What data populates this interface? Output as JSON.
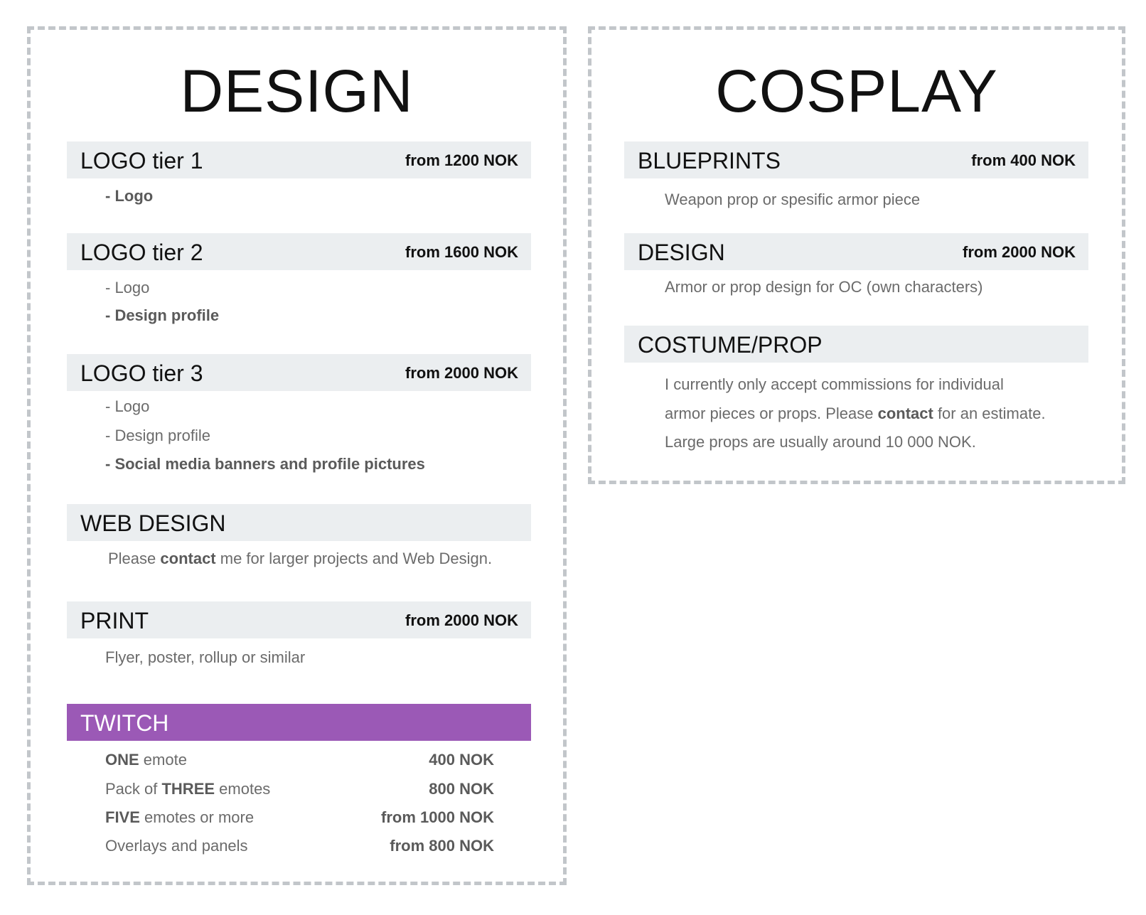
{
  "design": {
    "title": "DESIGN",
    "logo1": {
      "label": "LOGO tier 1",
      "price": "from 1200 NOK",
      "items": [
        "- Logo"
      ]
    },
    "logo2": {
      "label": "LOGO tier 2",
      "price": "from 1600 NOK",
      "items": [
        "- Logo",
        "- Design profile"
      ]
    },
    "logo3": {
      "label": "LOGO tier 3",
      "price": "from 2000 NOK",
      "items": [
        "- Logo",
        "- Design profile",
        "- Social media banners and profile pictures"
      ]
    },
    "web": {
      "label": "WEB DESIGN",
      "pre": "Please ",
      "bold": "contact",
      "post": " me for larger projects and Web Design."
    },
    "print": {
      "label": "PRINT",
      "price": "from 2000 NOK",
      "desc": "Flyer, poster, rollup or similar"
    },
    "twitch": {
      "label": "TWITCH",
      "color": "#9b59b6",
      "rows": [
        {
          "pre": "",
          "bold": "ONE",
          "post": " emote",
          "price": "400 NOK"
        },
        {
          "pre": "Pack of ",
          "bold": "THREE",
          "post": " emotes",
          "price": "800 NOK"
        },
        {
          "pre": "",
          "bold": "FIVE",
          "post": " emotes or more",
          "price": "from 1000 NOK"
        },
        {
          "pre": "Overlays and panels",
          "bold": "",
          "post": "",
          "price": "from 800 NOK"
        }
      ]
    }
  },
  "cosplay": {
    "title": "COSPLAY",
    "blueprints": {
      "label": "BLUEPRINTS",
      "price": "from 400 NOK",
      "desc": "Weapon prop or spesific armor piece"
    },
    "design": {
      "label": "DESIGN",
      "price": "from 2000 NOK",
      "desc": "Armor or prop design for OC (own characters)"
    },
    "costume": {
      "label": "COSTUME/PROP",
      "line1": "I currently only accept commissions for individual",
      "line2_pre": "armor pieces or props. Please ",
      "line2_bold": "contact",
      "line2_post": " for an estimate.",
      "line3": "Large props are usually around 10 000 NOK."
    }
  }
}
